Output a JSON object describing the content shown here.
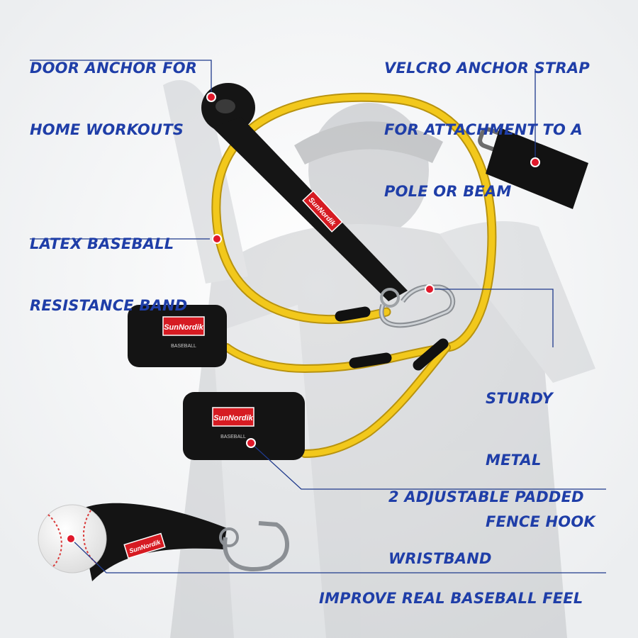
{
  "callouts": {
    "door_anchor": {
      "line1": "DOOR ANCHOR FOR",
      "line2": "HOME WORKOUTS"
    },
    "velcro_strap": {
      "line1": "VELCRO ANCHOR STRAP",
      "line2": "FOR ATTACHMENT TO A",
      "line3": "POLE OR BEAM"
    },
    "latex_band": {
      "line1": "LATEX BASEBALL",
      "line2": "RESISTANCE BAND"
    },
    "fence_hook": {
      "line1": "STURDY",
      "line2": "METAL",
      "line3": "FENCE HOOK"
    },
    "wristband": {
      "line1": "2 ADJUSTABLE PADDED",
      "line2": "WRISTBAND"
    },
    "baseball": {
      "line1": "IMPROVE REAL BASEBALL FEEL"
    }
  },
  "product": {
    "brand": "SunNordik",
    "wristband_text": "BASEBALL"
  },
  "colors": {
    "label_text": "#1f3ea8",
    "leader_line": "#1f3a8c",
    "marker_dot": "#e0192b",
    "band": "#f2c81c",
    "strap": "#111111"
  },
  "icons": [
    "door-anchor-icon",
    "velcro-strap-icon",
    "carabiner-icon",
    "wristband-icon",
    "baseball-icon"
  ]
}
